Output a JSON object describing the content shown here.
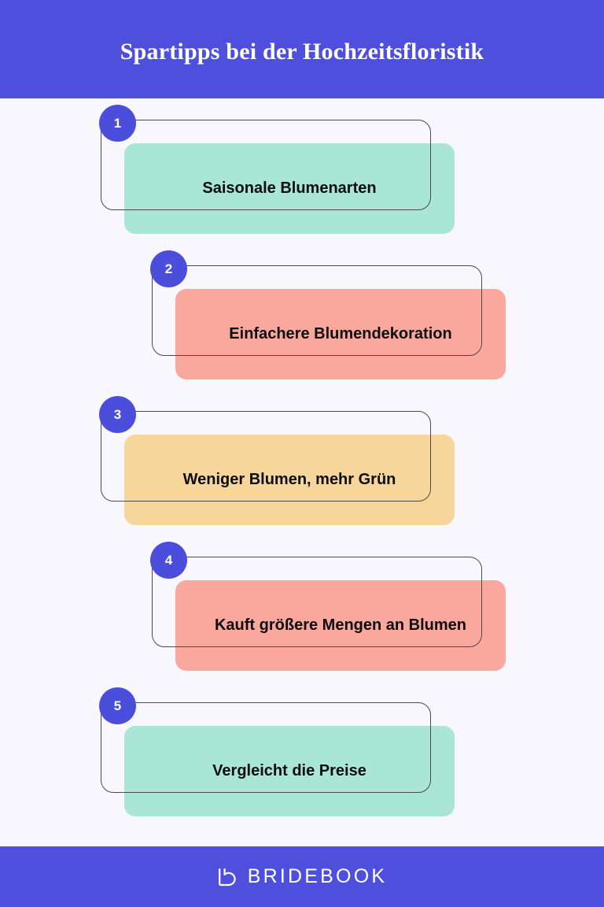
{
  "header": {
    "title": "Spartipps bei der Hochzeitsfloristik"
  },
  "steps": [
    {
      "number": "1",
      "label": "Saisonale Blumenarten",
      "color": "#a9e6d5",
      "indent": false
    },
    {
      "number": "2",
      "label": "Einfachere Blumendekoration",
      "color": "#faa79e",
      "indent": true
    },
    {
      "number": "3",
      "label": "Weniger Blumen, mehr Grün",
      "color": "#f7d69b",
      "indent": false
    },
    {
      "number": "4",
      "label": "Kauft größere Mengen an Blumen",
      "color": "#faa79e",
      "indent": true
    },
    {
      "number": "5",
      "label": "Vergleicht die Preise",
      "color": "#a9e6d5",
      "indent": false
    }
  ],
  "footer": {
    "brand": "BRIDEBOOK",
    "logo_icon": "bridebook-heart-icon"
  },
  "colors": {
    "brand_purple": "#4e50dd",
    "badge_purple": "#4b4ddb",
    "page_background": "#f8f7fd",
    "outline": "#4a4a4a",
    "text": "#0d0d0d",
    "header_text": "#ffffff",
    "mint": "#a9e6d5",
    "salmon": "#faa79e",
    "tan": "#f7d69b"
  }
}
